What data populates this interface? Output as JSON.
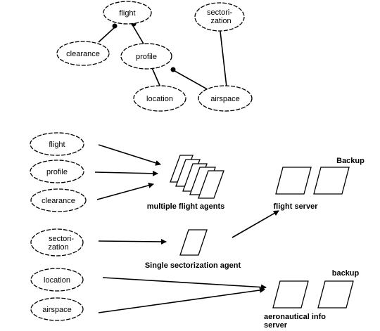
{
  "concept_graph": {
    "nodes": {
      "flight": "flight",
      "sectorization_line1": "sectori-",
      "sectorization_line2": "zation",
      "clearance": "clearance",
      "profile": "profile",
      "location": "location",
      "airspace": "airspace"
    }
  },
  "agent_diagram": {
    "inputs": {
      "flight": "flight",
      "profile": "profile",
      "clearance": "clearance",
      "sectorization_line1": "sectori-",
      "sectorization_line2": "zation",
      "location": "location",
      "airspace": "airspace"
    },
    "multiple_flight_agents": "multiple flight agents",
    "single_sectorization_agent": "Single sectorization agent",
    "flight_server": "flight server",
    "backup_upper": "Backup",
    "backup_lower": "backup",
    "aero_server_line1": "aeronautical info",
    "aero_server_line2": "server"
  }
}
